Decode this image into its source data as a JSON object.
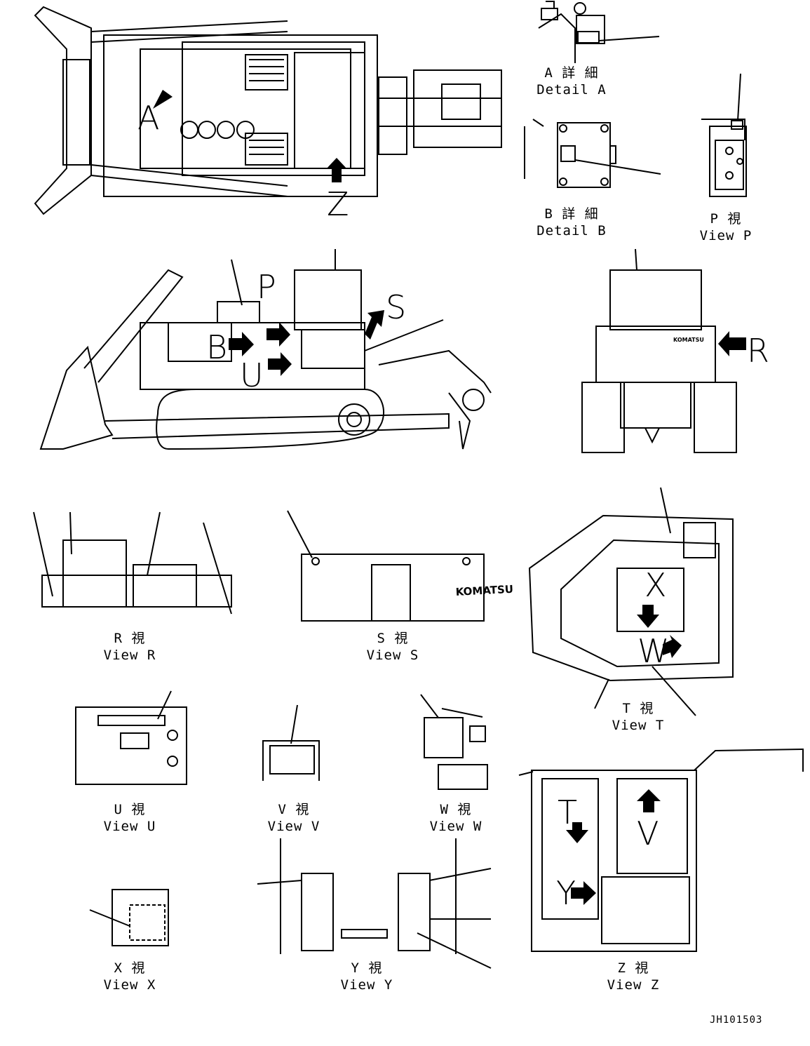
{
  "views": {
    "detail_a": {
      "jp": "A 詳 細",
      "en": "Detail A"
    },
    "detail_b": {
      "jp": "B 詳 細",
      "en": "Detail B"
    },
    "view_p": {
      "jp": "P 視",
      "en": "View P"
    },
    "view_r": {
      "jp": "R 視",
      "en": "View R"
    },
    "view_s": {
      "jp": "S 視",
      "en": "View S"
    },
    "view_t": {
      "jp": "T 視",
      "en": "View T"
    },
    "view_u": {
      "jp": "U 視",
      "en": "View U"
    },
    "view_v": {
      "jp": "V 視",
      "en": "View V"
    },
    "view_w": {
      "jp": "W 視",
      "en": "View W"
    },
    "view_x": {
      "jp": "X 視",
      "en": "View X"
    },
    "view_y": {
      "jp": "Y 視",
      "en": "View Y"
    },
    "view_z": {
      "jp": "Z 視",
      "en": "View Z"
    }
  },
  "markers": {
    "a": "A",
    "z": "Z",
    "p": "P",
    "s": "S",
    "b": "B",
    "u": "U",
    "r": "R",
    "x": "X",
    "w": "W",
    "t": "T",
    "v": "V",
    "y": "Y"
  },
  "brand": "KOMATSU",
  "drawing_code": "JH101503"
}
